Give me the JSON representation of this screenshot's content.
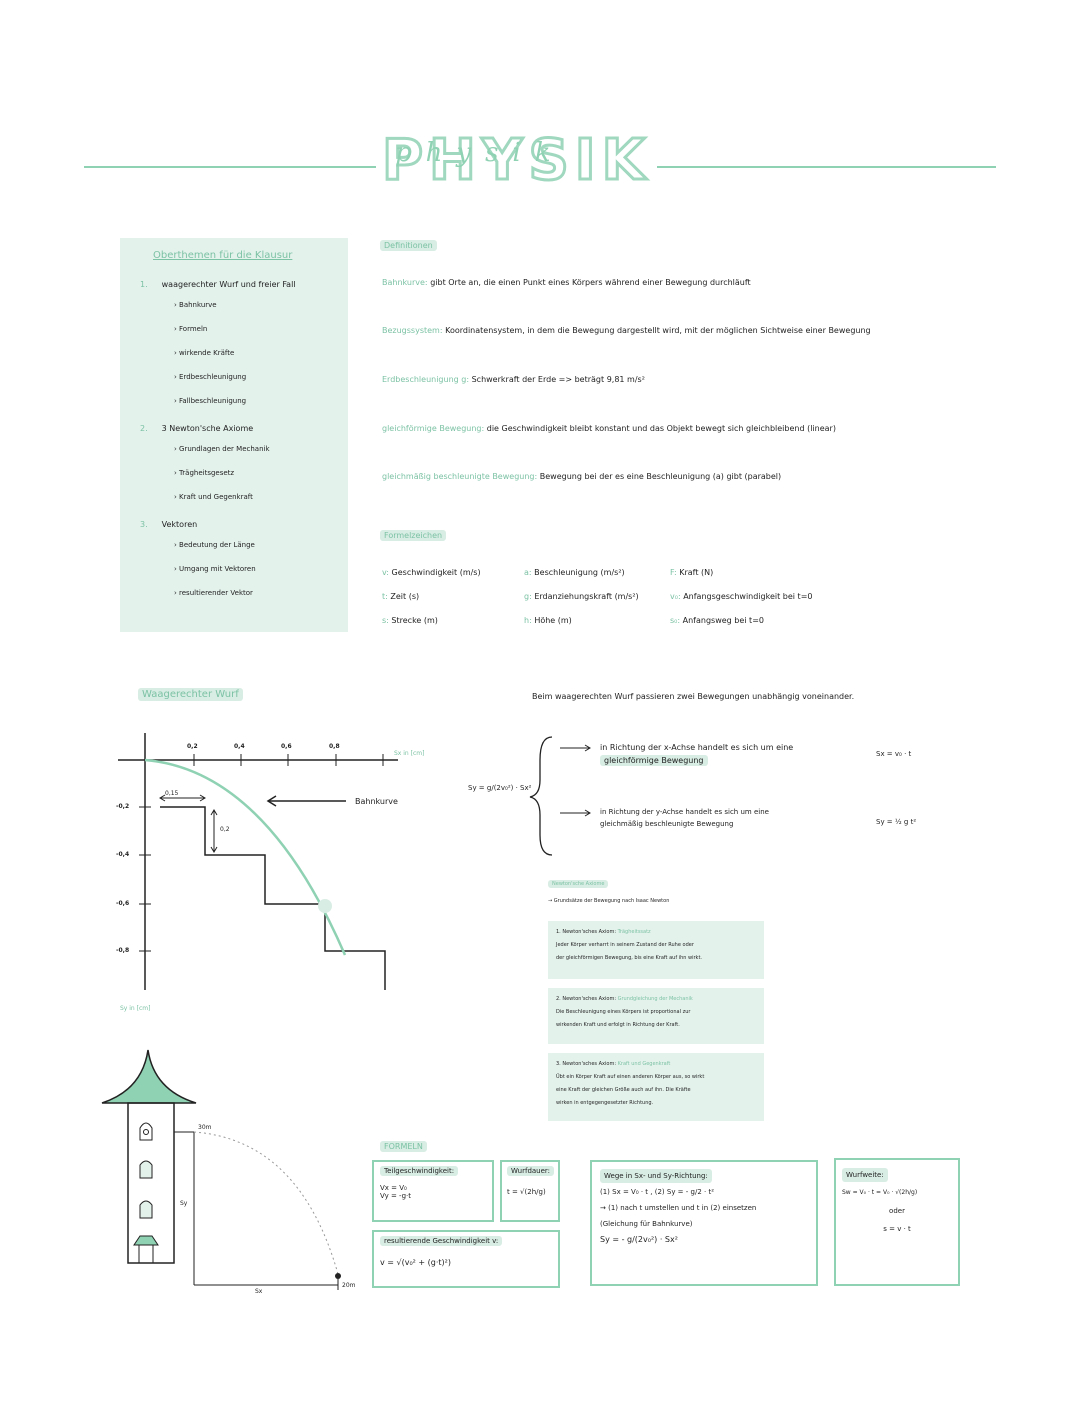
{
  "header": {
    "title": "PHYSIK",
    "script_sub": "physik"
  },
  "toc": {
    "heading": "Oberthemen für die Klausur",
    "sections": [
      {
        "num": "1.",
        "title": "waagerechter Wurf und freier Fall",
        "items": [
          "Bahnkurve",
          "Formeln",
          "wirkende Kräfte",
          "Erdbeschleunigung",
          "Fallbeschleunigung"
        ]
      },
      {
        "num": "2.",
        "title": "3 Newton'sche Axiome",
        "items": [
          "Grundlagen der Mechanik",
          "Trägheitsgesetz",
          "Kraft und Gegenkraft"
        ]
      },
      {
        "num": "3.",
        "title": "Vektoren",
        "items": [
          "Bedeutung der Länge",
          "Umgang mit Vektoren",
          "resultierender Vektor"
        ]
      }
    ]
  },
  "definitions": {
    "label": "Definitionen",
    "items": [
      {
        "term": "Bahnkurve:",
        "text": "gibt Orte an, die einen Punkt eines Körpers während einer Bewegung durchläuft"
      },
      {
        "term": "Bezugssystem:",
        "text": "Koordinatensystem, in dem die Bewegung dargestellt wird, mit der möglichen Sichtweise einer Bewegung"
      },
      {
        "term": "Erdbeschleunigung g:",
        "text": "Schwerkraft der Erde => beträgt 9,81 m/s²"
      },
      {
        "term": "gleichförmige Bewegung:",
        "text": "die Geschwindigkeit bleibt konstant und das Objekt bewegt sich gleichbleibend (linear)"
      },
      {
        "term": "gleichmäßig beschleunigte Bewegung:",
        "text": "Bewegung bei der es eine Beschleunigung (a) gibt (parabel)"
      }
    ]
  },
  "symbols": {
    "label": "Formelzeichen",
    "items": [
      {
        "sym": "v:",
        "desc": "Geschwindigkeit (m/s)"
      },
      {
        "sym": "t:",
        "desc": "Zeit (s)"
      },
      {
        "sym": "s:",
        "desc": "Strecke (m)"
      },
      {
        "sym": "a:",
        "desc": "Beschleunigung (m/s²)"
      },
      {
        "sym": "g:",
        "desc": "Erdanziehungskraft (m/s²)"
      },
      {
        "sym": "h:",
        "desc": "Höhe (m)"
      },
      {
        "sym": "F:",
        "desc": "Kraft (N)"
      },
      {
        "sym": "v₀:",
        "desc": "Anfangsgeschwindigkeit bei t=0"
      },
      {
        "sym": "s₀:",
        "desc": "Anfangsweg bei t=0"
      }
    ]
  },
  "wurf": {
    "label": "Waagerechter Wurf",
    "intro": "Beim waagerechten Wurf passieren zwei Bewegungen unabhängig voneinander.",
    "formula_left": "Sy = g/(2v₀²) · Sx²",
    "x_dir": {
      "line1": "in Richtung der x-Achse handelt es sich um eine",
      "line2": "gleichförmige Bewegung",
      "formula": "Sx = v₀ · t"
    },
    "y_dir": {
      "line1": "in Richtung der y-Achse handelt es sich um eine",
      "line2": "gleichmäßig beschleunigte Bewegung",
      "formula": "Sy = ½ g t²"
    },
    "graph": {
      "x_ticks": [
        "0,2",
        "0,4",
        "0,6",
        "0,8"
      ],
      "y_ticks": [
        "-0,2",
        "-0,4",
        "-0,6",
        "-0,8"
      ],
      "x_label": "Sx in [cm]",
      "y_label": "Sy in [cm]",
      "step_w": "0,15",
      "step_h": "0,2",
      "curve_label": "Bahnkurve"
    }
  },
  "newton": {
    "label": "Newton'sche Axiome",
    "sub": "Grundsätze der Bewegung nach Isaac Newton",
    "axioms": [
      {
        "title": "1. Newton'sches Axiom:",
        "name": "Trägheitssatz",
        "l1": "Jeder Körper verharrt in seinem Zustand der Ruhe oder",
        "l2": "der gleichförmigen Bewegung, bis eine Kraft auf ihn wirkt."
      },
      {
        "title": "2. Newton'sches Axiom:",
        "name": "Grundgleichung der Mechanik",
        "l1": "Die Beschleunigung eines Körpers ist proportional zur",
        "l2": "wirkenden Kraft und erfolgt in Richtung der Kraft."
      },
      {
        "title": "3. Newton'sches Axiom:",
        "name": "Kraft und Gegenkraft",
        "l1": "Übt ein Körper Kraft auf einen anderen Körper aus, so wirkt",
        "l2": "eine Kraft der gleichen Größe auch auf ihn. Die Kräfte",
        "l3": "wirken in entgegengesetzter Richtung."
      }
    ]
  },
  "tower": {
    "top_label": "30m",
    "side_label": "Sy",
    "bottom_label": "Sx",
    "end_label": "20m"
  },
  "formeln": {
    "label": "FORMELN",
    "teil": {
      "title": "Teilgeschwindigkeit:",
      "l1": "Vx = V₀",
      "l2": "Vy = -g·t"
    },
    "dauer": {
      "title": "Wurfdauer:",
      "formula": "t = √(2h/g)"
    },
    "res": {
      "title": "resultierende Geschwindigkeit v:",
      "formula": "v = √(v₀² + (g·t)²)"
    },
    "wege": {
      "title": "Wege in Sx- und Sy-Richtung:",
      "l1": "(1) Sx = V₀ · t   ,  (2) Sy = - g/2 · t²",
      "l2": "→ (1) nach t umstellen und t in (2) einsetzen",
      "l3": "(Gleichung für Bahnkurve)",
      "l4": "Sy = - g/(2v₀²) · Sx²"
    },
    "weite": {
      "title": "Wurfweite:",
      "l1": "Sw = V₀ · t = V₀ · √(2h/g)",
      "l2": "oder",
      "l3": "s = v · t"
    }
  }
}
